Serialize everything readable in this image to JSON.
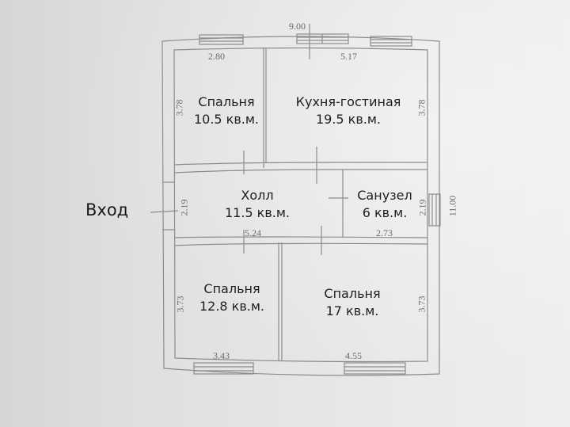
{
  "plan": {
    "entrance_label": "Вход",
    "rooms": [
      {
        "name": "Спальня",
        "area": "10.5 кв.м."
      },
      {
        "name": "Кухня-гостиная",
        "area": "19.5 кв.м."
      },
      {
        "name": "Холл",
        "area": "11.5 кв.м."
      },
      {
        "name": "Санузел",
        "area": "6 кв.м."
      },
      {
        "name": "Спальня",
        "area": "12.8 кв.м."
      },
      {
        "name": "Спальня",
        "area": "17 кв.м."
      }
    ],
    "dimensions": {
      "overall_width": "9.00",
      "overall_depth": "11.00",
      "top_left_width": "2.80",
      "top_right_width": "5.17",
      "top_left_height": "3.78",
      "top_right_height": "3.78",
      "hall_left_height": "2.19",
      "hall_width": "5.24",
      "bath_height": "2.19",
      "bath_width": "2.73",
      "bottom_left_height": "3.73",
      "bottom_right_height": "3.73",
      "bottom_left_width": "3.43",
      "bottom_right_width": "4.55"
    },
    "colors": {
      "wall": "#8c8c8c",
      "background": "#e4e4e2",
      "text": "#1e1e1e",
      "dimension_text": "#6a6a6a"
    }
  }
}
